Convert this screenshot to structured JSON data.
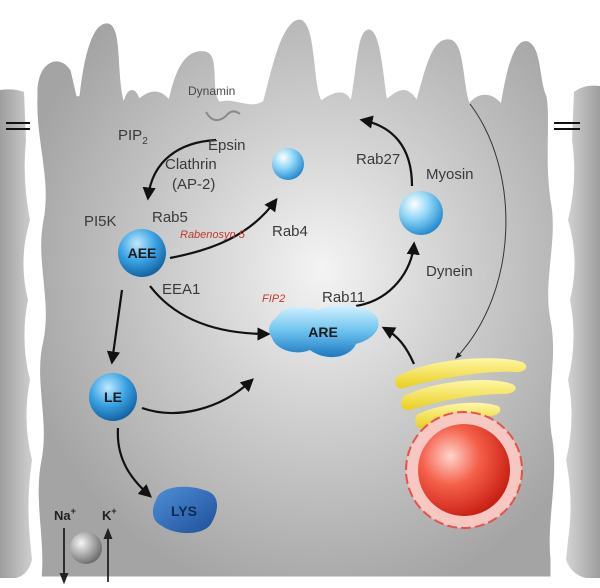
{
  "labels": {
    "dynamin": "Dynamin",
    "pip2_base": "PIP",
    "pip2_sub": "2",
    "epsin": "Epsin",
    "clathrin": "Clathrin",
    "ap2": "(AP-2)",
    "pi5k": "PI5K",
    "rab5": "Rab5",
    "rabenosyn": "Rabenosyn 5",
    "rab4": "Rab4",
    "eea1": "EEA1",
    "rab27": "Rab27",
    "myosin": "Myosin",
    "dynein": "Dynein",
    "fip2": "FIP2",
    "rab11": "Rab11"
  },
  "compartments": {
    "aee": "AEE",
    "are": "ARE",
    "le": "LE",
    "lys": "LYS"
  },
  "ions": {
    "na_base": "Na",
    "na_charge": "+",
    "k_base": "K",
    "k_charge": "+"
  },
  "colors": {
    "cell_fill": "#a9a9a9",
    "cell_center": "#f2f2f2",
    "neighbor_fill": "#b8b8b8",
    "vesicle_light": "#e8f6ff",
    "vesicle_mid": "#5bc0f0",
    "vesicle_dark": "#1c6fb0",
    "lys_fill": "#2e6db4",
    "golgi": "#f0e040",
    "nucleus_red": "#e83a2a",
    "italic_label": "#c0392b"
  },
  "icons": [
    "clathrin-pit",
    "golgi-stack",
    "nucleus-with-pores",
    "ion-pump"
  ]
}
